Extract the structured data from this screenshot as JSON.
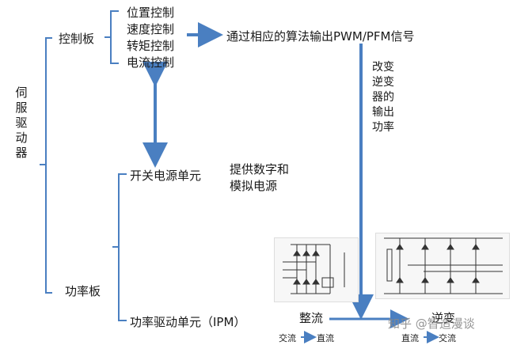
{
  "root": [
    "伺",
    "服",
    "驱",
    "动",
    "器"
  ],
  "control_board": {
    "label": "控制板",
    "items": [
      "位置控制",
      "速度控制",
      "转矩控制",
      "电流控制"
    ]
  },
  "algorithm_output": "通过相应的算法输出PWM/PFM信号",
  "change_inverter": [
    "改变",
    "逆变",
    "器的",
    "输出",
    "功率"
  ],
  "switch_power": "开关电源单元",
  "digital_analog": [
    "提供数字和",
    "模拟电源"
  ],
  "power_board": "功率板",
  "ipm_unit": "功率驱动单元（IPM）",
  "rectify": "整流",
  "invert": "逆变",
  "legend": {
    "left": {
      "from": "交流",
      "to": "直流"
    },
    "right": {
      "from": "直流",
      "to": "交流"
    }
  },
  "watermark": "知乎 @智造漫谈",
  "colors": {
    "arrow": "#4a7fc1",
    "bracket": "#4a7fc1"
  }
}
